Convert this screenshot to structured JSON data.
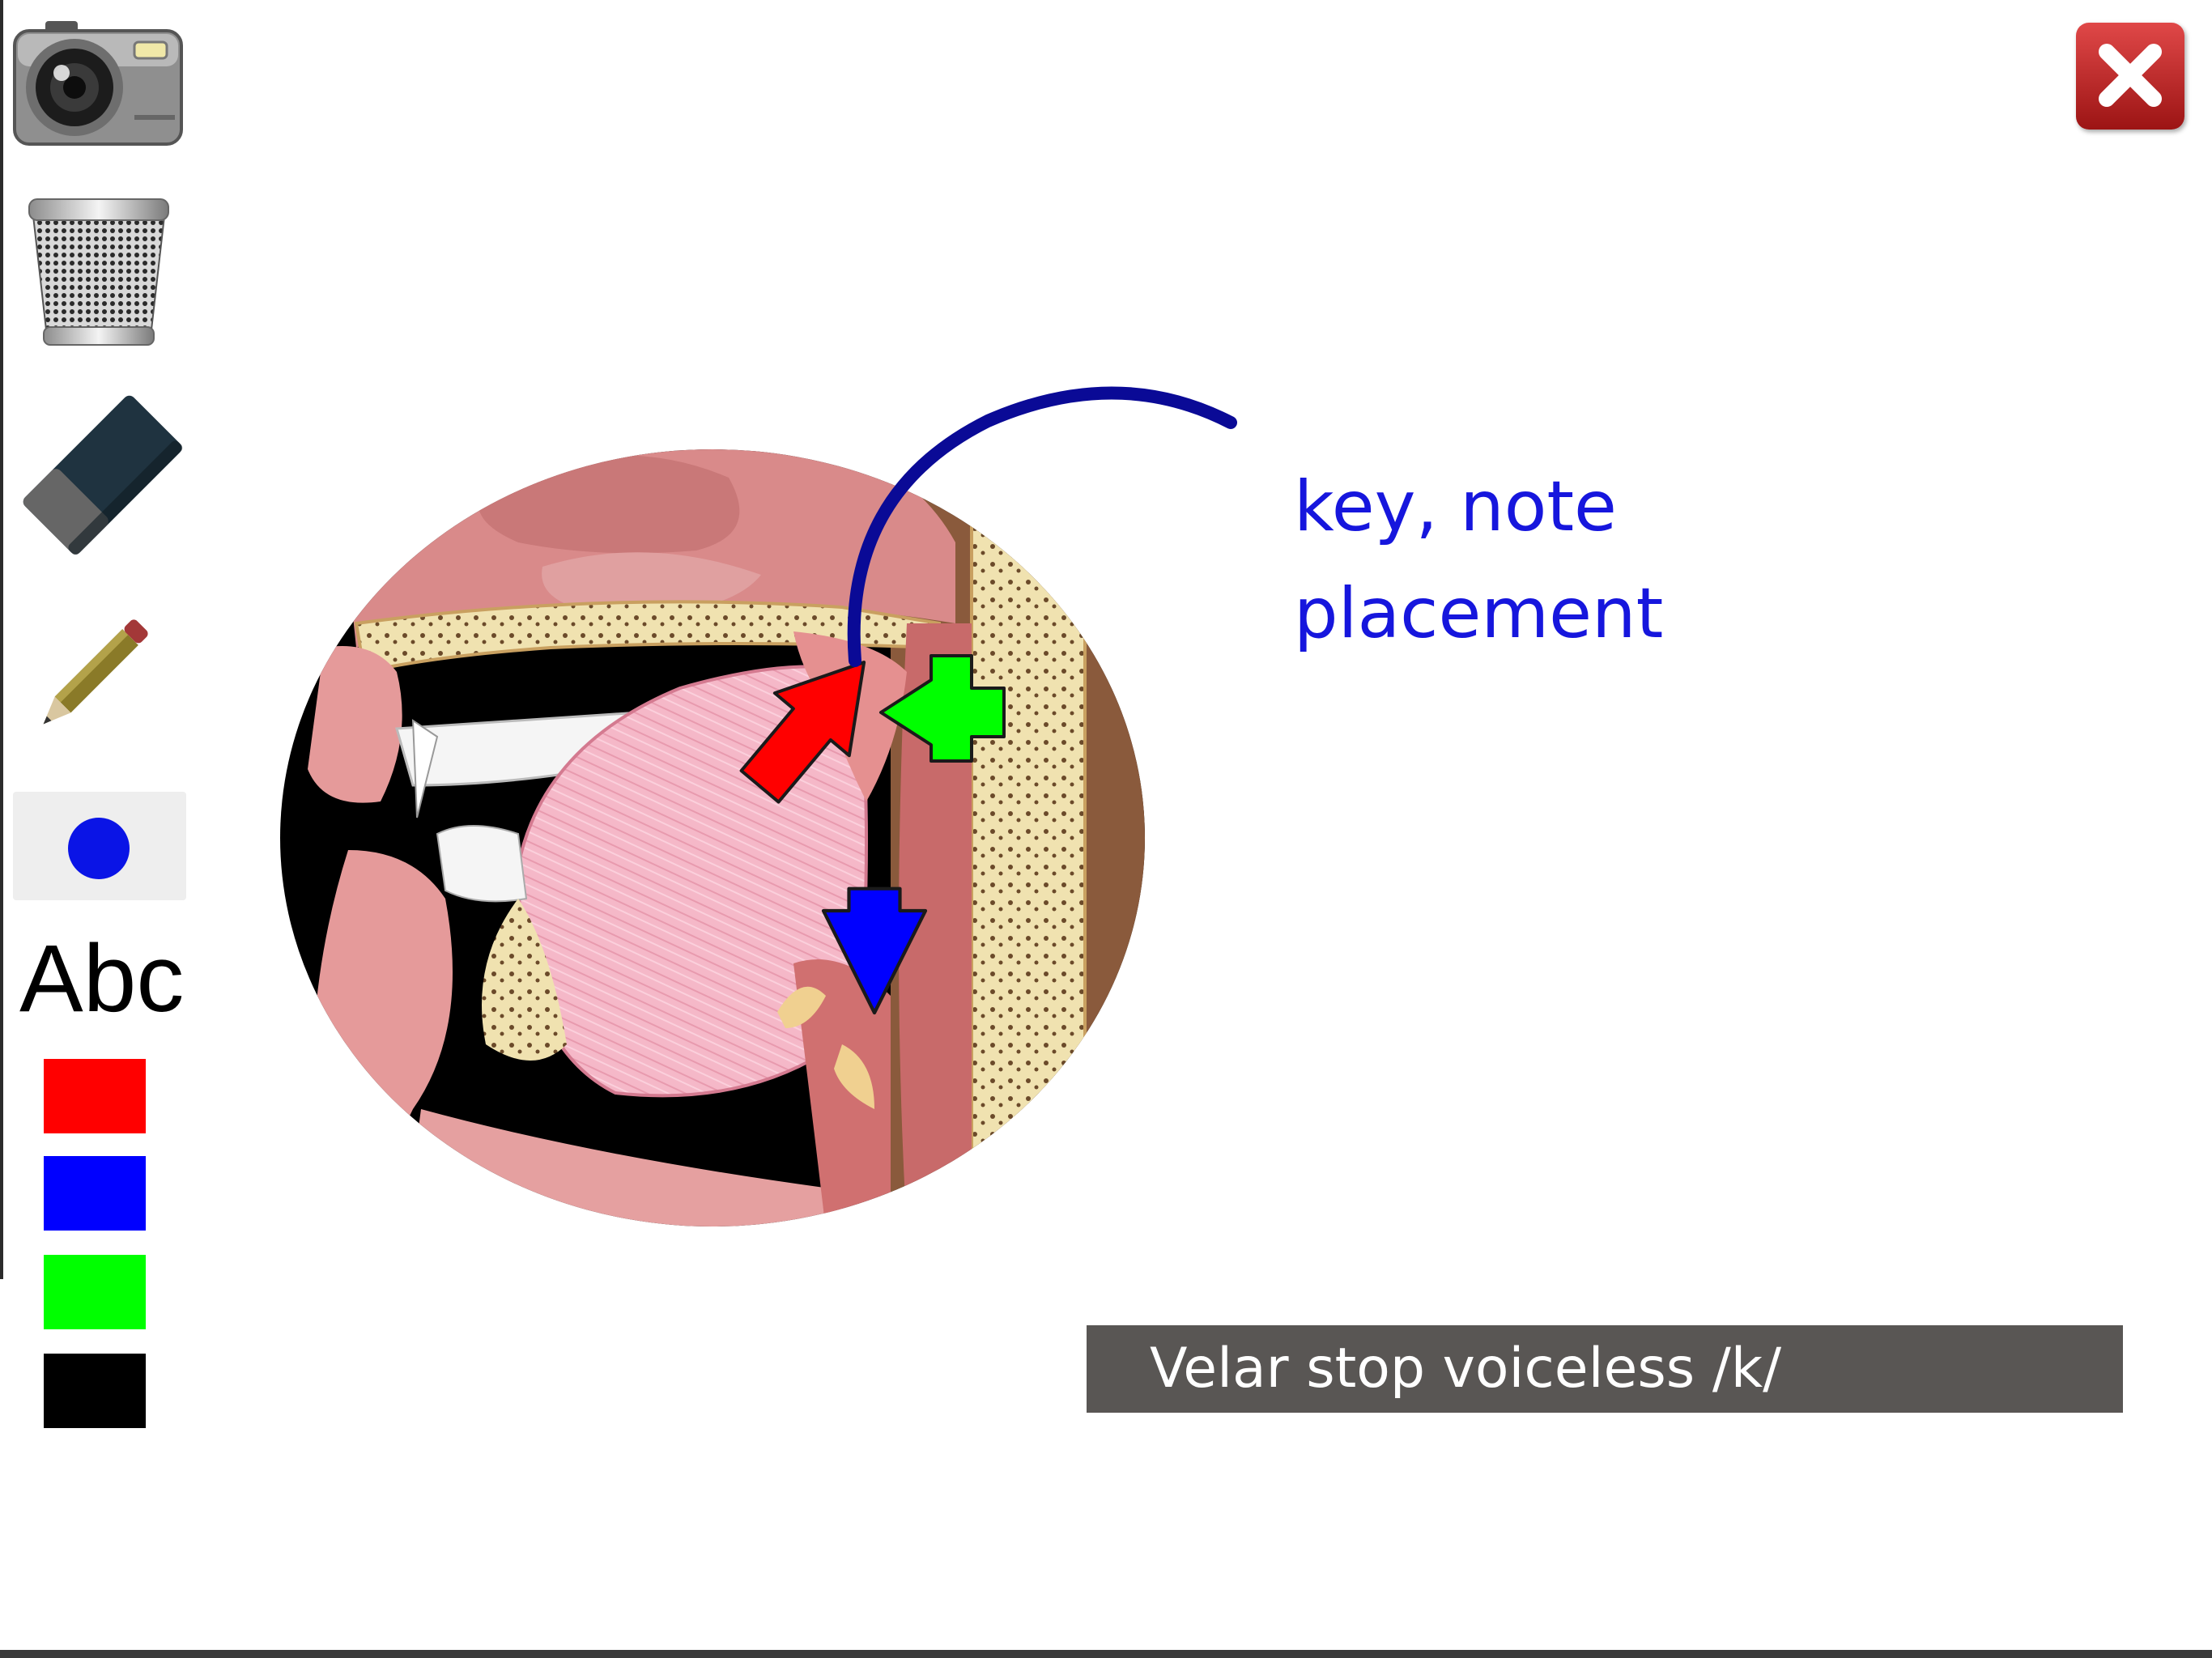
{
  "toolbar": {
    "tools": [
      {
        "name": "camera",
        "icon": "camera-icon"
      },
      {
        "name": "trash",
        "icon": "trash-icon"
      },
      {
        "name": "eraser",
        "icon": "eraser-icon"
      },
      {
        "name": "pencil",
        "icon": "pencil-icon"
      }
    ],
    "brush_color": "#0a14e6",
    "text_tool_label": "Abc",
    "palette": [
      "#ff0000",
      "#0000ff",
      "#00ff00",
      "#000000"
    ]
  },
  "close_button": {
    "icon": "close-icon",
    "color": "#c62828"
  },
  "annotation": {
    "line1": "key, note",
    "line2": "placement",
    "color": "#1616dd"
  },
  "diagram": {
    "subject": "sagittal section of mouth and throat",
    "arrows": [
      {
        "color": "#ff0000",
        "direction": "up"
      },
      {
        "color": "#00ff00",
        "direction": "left"
      },
      {
        "color": "#0000ff",
        "direction": "down"
      }
    ]
  },
  "caption": {
    "text": "Velar stop voiceless /k/"
  }
}
